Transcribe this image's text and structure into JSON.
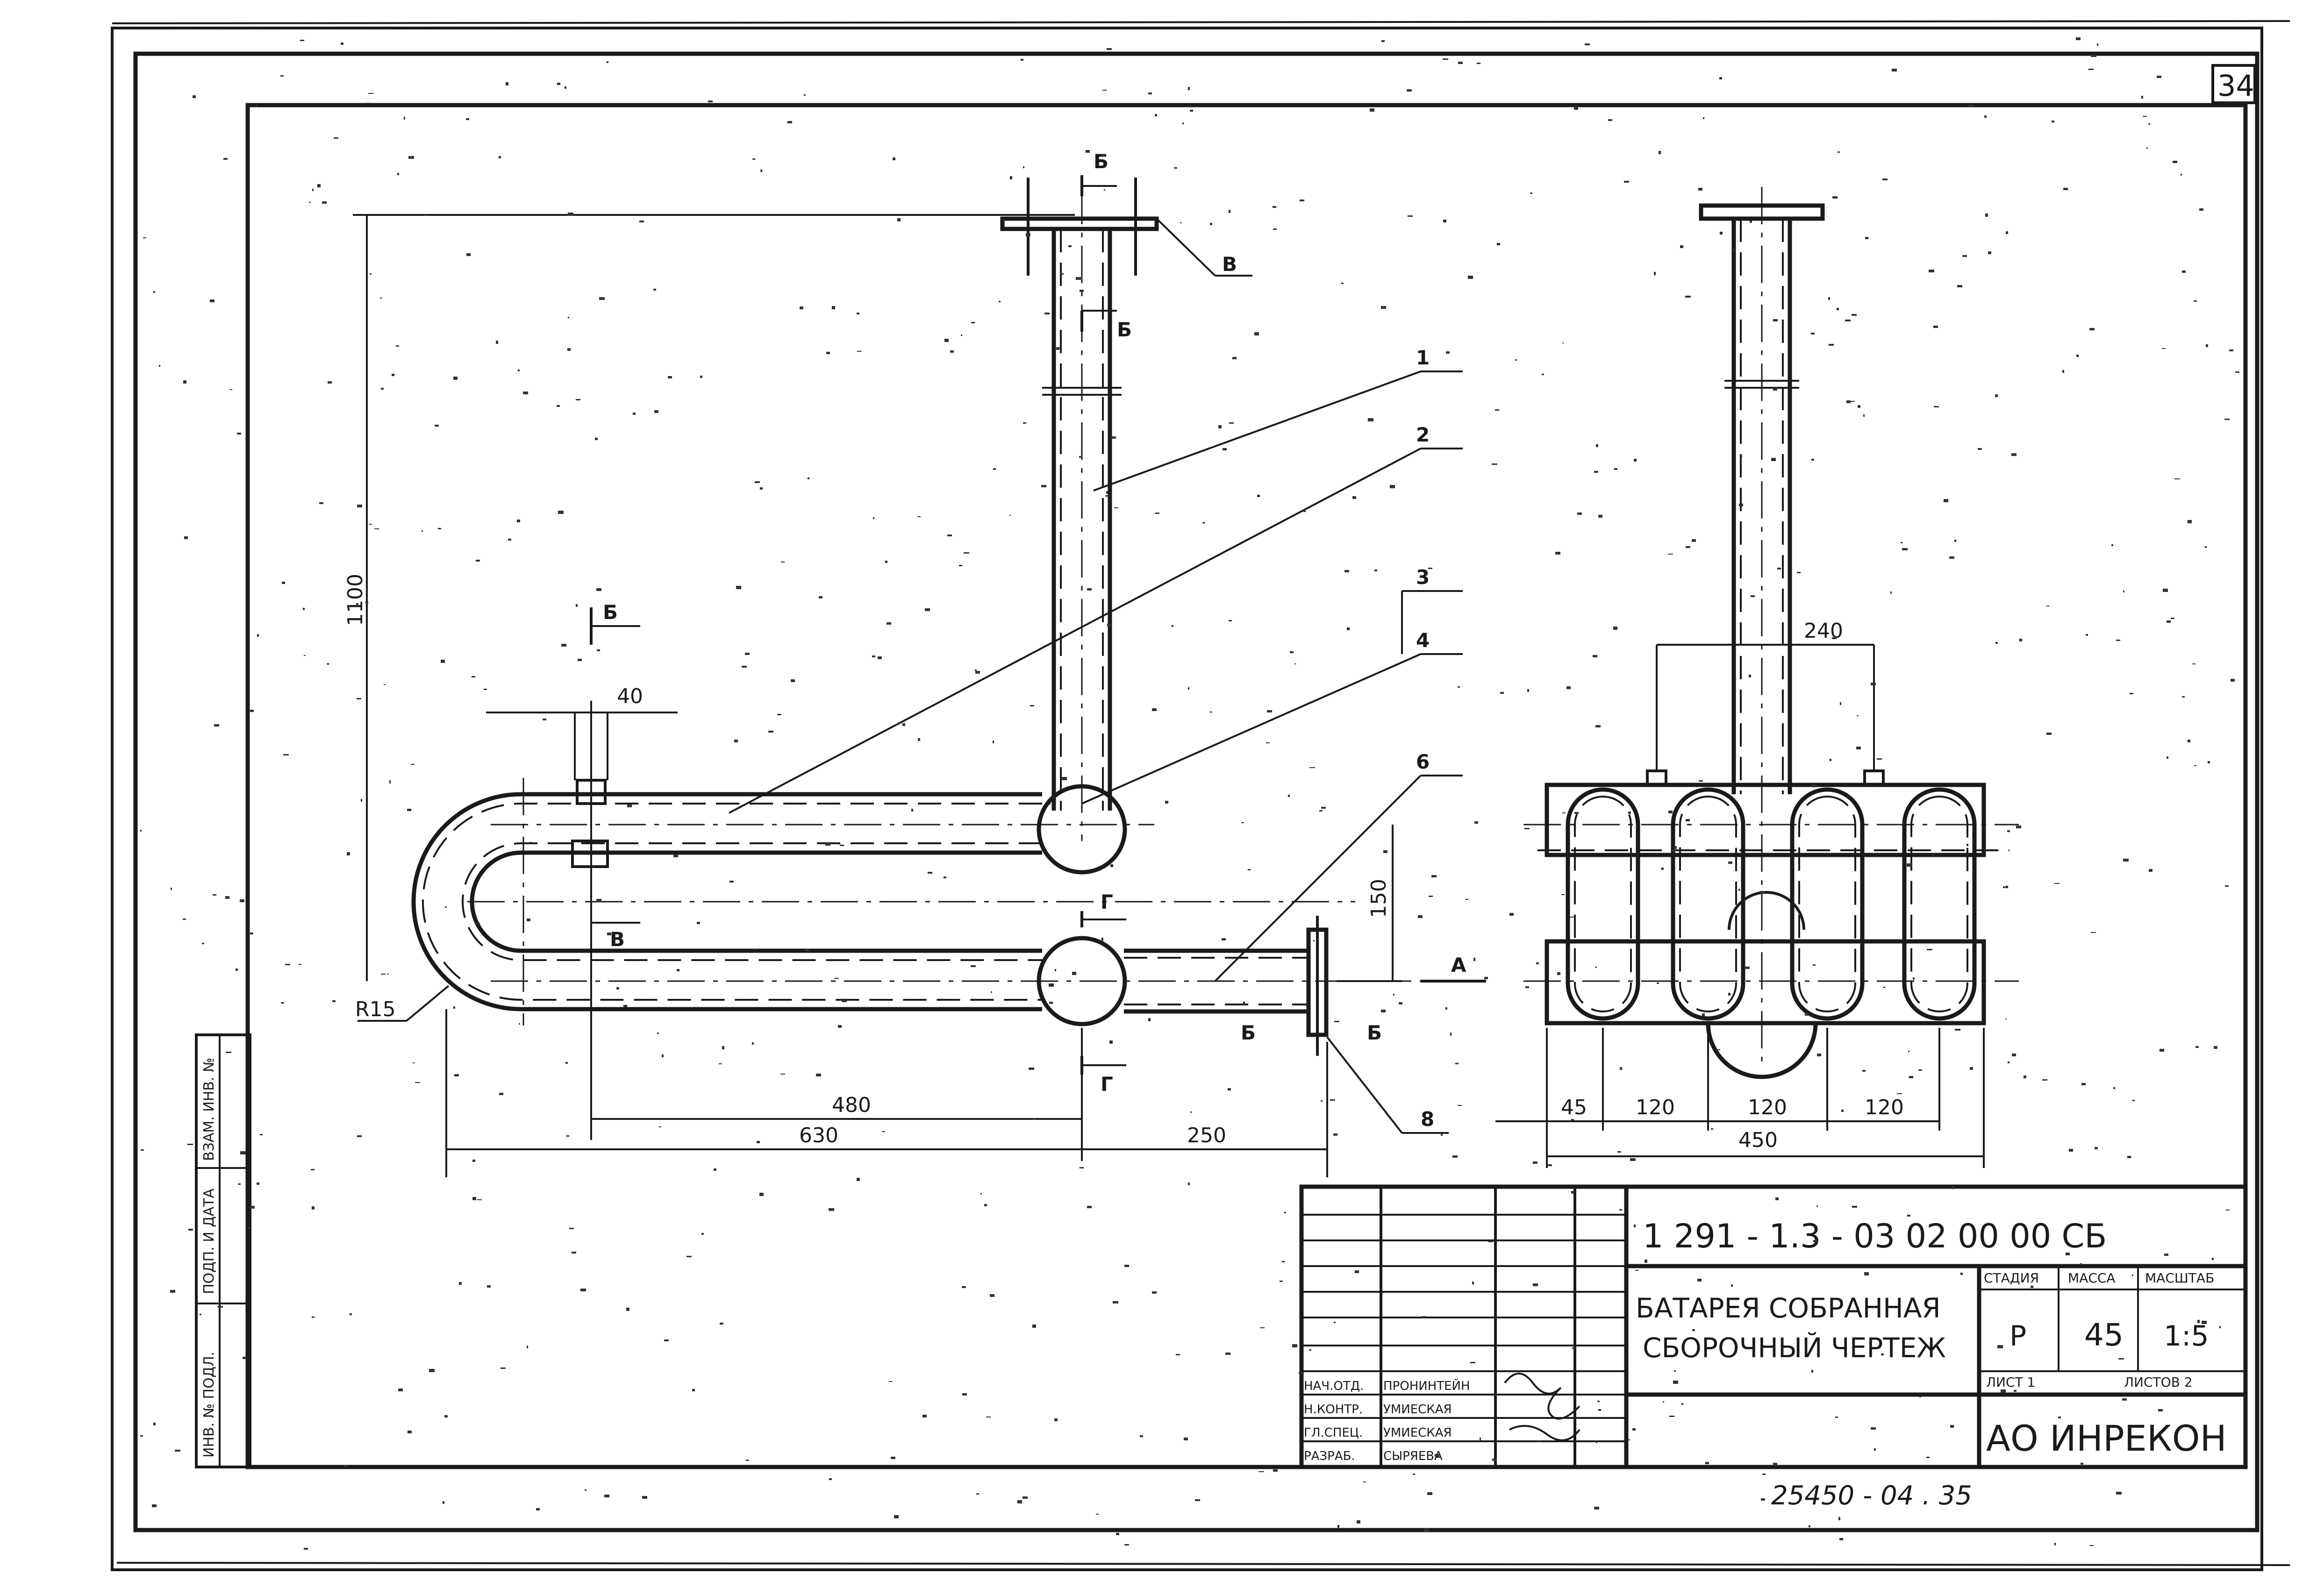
{
  "sheet": {
    "page_number": "34",
    "document_code": "1 291 - 1.3 - 03 02 00 00 СБ",
    "title_line1": "БАТАРЕЯ СОБРАННАЯ",
    "title_line2": "СБОРОЧНЫЙ ЧЕРТЕЖ",
    "stage_header": "СТАДИЯ",
    "mass_header": "МАССА",
    "scale_header": "МАСШТАБ",
    "stage": "Р",
    "mass": "45",
    "scale": "1:5",
    "sheet_label": "ЛИСТ 1",
    "sheets_label": "ЛИСТОВ 2",
    "organization": "АО ИНРЕКОН",
    "archive_number": "25450 - 04 . 35"
  },
  "signatures": [
    {
      "role": "НАЧ.ОТД.",
      "name": "ПРОНИНТЕЙН"
    },
    {
      "role": "Н.КОНТР.",
      "name": "УМИЕСКАЯ"
    },
    {
      "role": "ГЛ.СПЕЦ.",
      "name": "УМИЕСКАЯ"
    },
    {
      "role": "РАЗРАБ.",
      "name": "СЫРЯЕВА"
    }
  ],
  "side_stamp": {
    "box1": "ВЗАМ. ИНВ. №",
    "box2": "ПОДП. И ДАТА",
    "box3": "ИНВ. № ПОДЛ."
  },
  "callouts": {
    "c1": "1",
    "c2": "2",
    "c3": "3",
    "c4": "4",
    "c6": "6",
    "c8": "8"
  },
  "section_marks": {
    "b_top1": "Б",
    "b_top2": "Б",
    "v_top": "В",
    "b_left": "Б",
    "v_left": "В",
    "g_top": "Г",
    "g_bottom": "Г",
    "b_flange_left": "Б",
    "b_flange_right": "Б",
    "a_view": "А"
  },
  "dimensions": {
    "d1100": "1100",
    "d40": "40",
    "d150": "150",
    "r15": "R15",
    "d480": "480",
    "d630": "630",
    "d250": "250",
    "d240": "240",
    "d45": "45",
    "d120a": "120",
    "d120b": "120",
    "d120c": "120",
    "d450": "450"
  }
}
